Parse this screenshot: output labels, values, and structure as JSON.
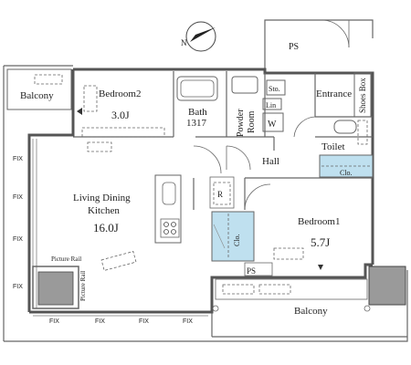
{
  "rooms": {
    "balcony_left": "Balcony",
    "bedroom2": "Bedroom2",
    "bedroom2_size": "3.0J",
    "bath": "Bath",
    "bath_size": "1317",
    "powder_room_line1": "Powder",
    "powder_room_line2": "Room",
    "washer": "W",
    "storage": "Sto.",
    "linen": "Lin",
    "ps_top": "PS",
    "entrance": "Entrance",
    "shoes_box": "Shoes Box",
    "toilet": "Toilet",
    "closet_right": "Clo.",
    "hall": "Hall",
    "living_line1": "Living Dining",
    "living_line2": "Kitchen",
    "living_size": "16.0J",
    "refrigerator": "R",
    "closet_bed1": "Clo.",
    "bedroom1": "Bedroom1",
    "bedroom1_size": "5.7J",
    "ps_bottom": "PS",
    "balcony_bottom": "Balcony",
    "picture_rail_h": "Picture Rail",
    "picture_rail_v": "Picture Rail",
    "fix": "FIX",
    "compass": "N"
  },
  "colors": {
    "closet_fill": "#bfe0ef",
    "wall": "#555555",
    "unit_fill": "#9a9a9a"
  }
}
